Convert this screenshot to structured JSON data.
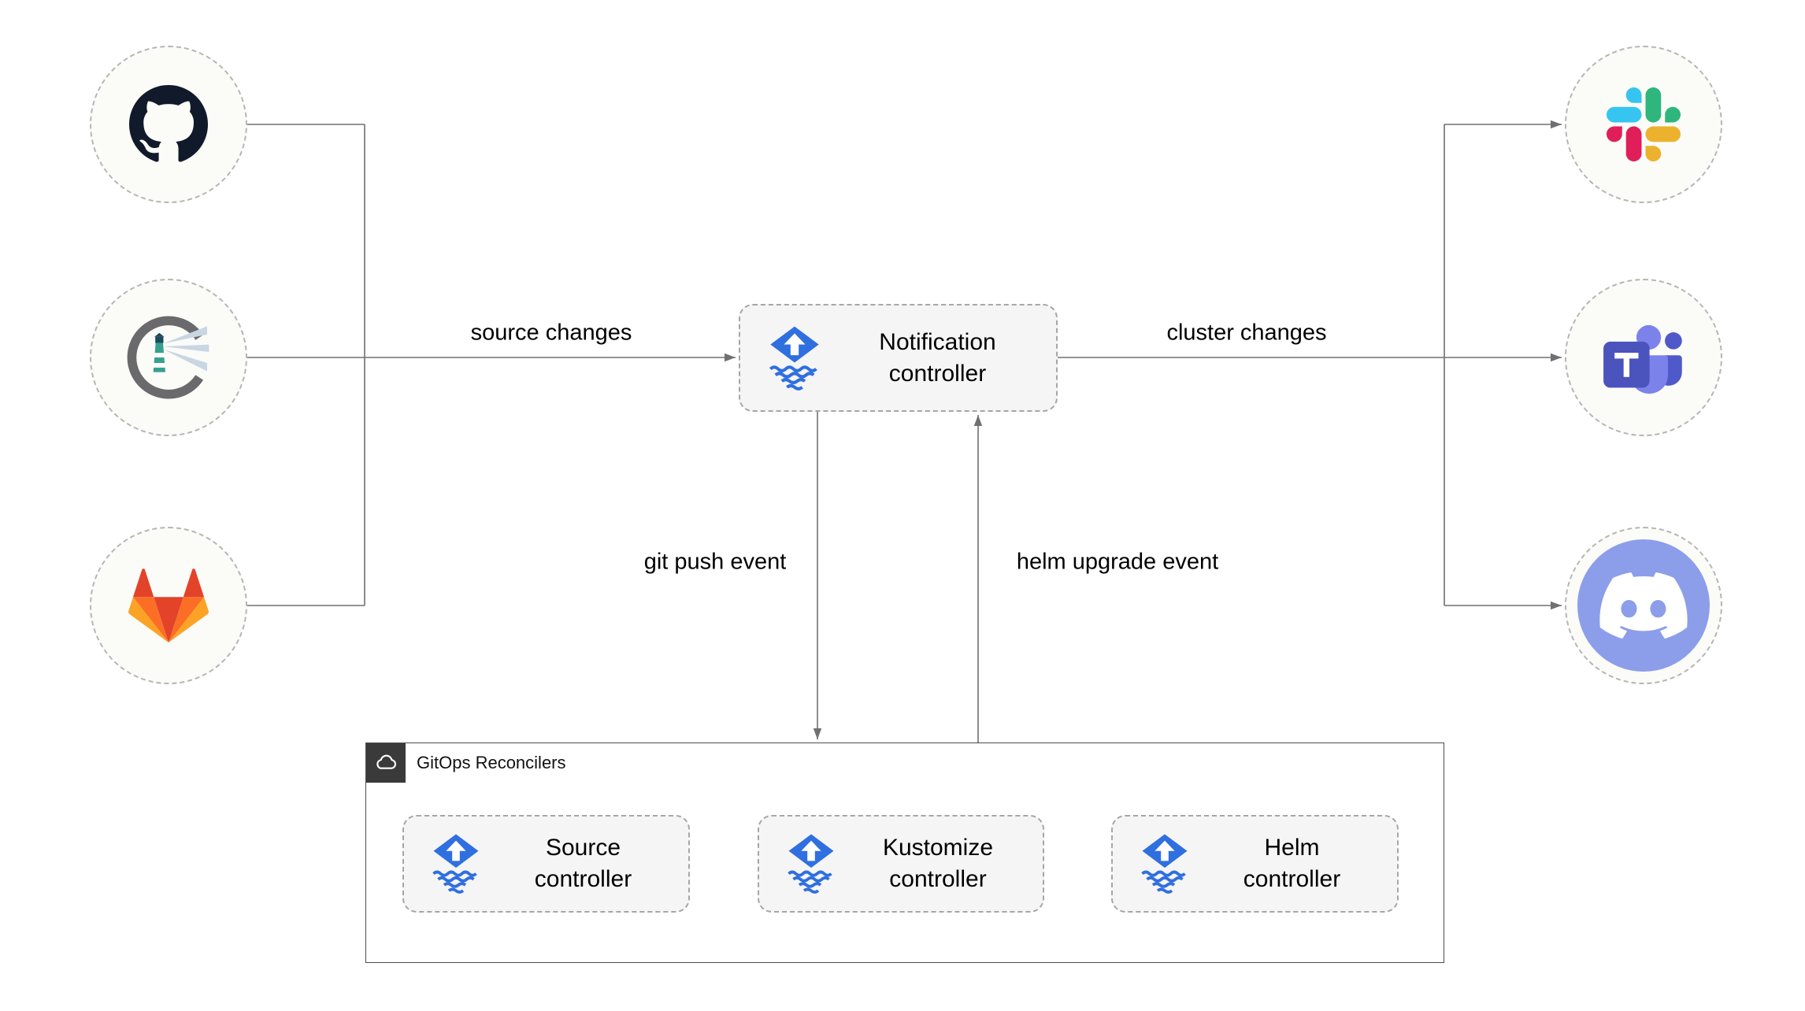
{
  "edges": {
    "source_changes": "source changes",
    "cluster_changes": "cluster changes",
    "git_push_event": "git push event",
    "helm_upgrade_event": "helm upgrade event"
  },
  "nodes": {
    "notification": {
      "label": "Notification controller",
      "icon": "flux-icon"
    },
    "source": {
      "label": "Source controller",
      "icon": "flux-icon"
    },
    "kustomize": {
      "label": "Kustomize controller",
      "icon": "flux-icon"
    },
    "helm": {
      "label": "Helm controller",
      "icon": "flux-icon"
    },
    "github": {
      "icon": "github-icon"
    },
    "harbor": {
      "icon": "harbor-icon"
    },
    "gitlab": {
      "icon": "gitlab-icon"
    },
    "slack": {
      "icon": "slack-icon"
    },
    "teams": {
      "icon": "microsoft-teams-icon"
    },
    "discord": {
      "icon": "discord-icon"
    }
  },
  "group": {
    "title": "GitOps Reconcilers",
    "icon": "cloud-icon"
  },
  "colors": {
    "flux_blue": "#2f6fe0",
    "connector_gray": "#707070",
    "node_fill": "#f5f5f5",
    "github_dark": "#101a2b",
    "discord_purple": "#8c9eea",
    "teams_purple": "#4b53bc",
    "gitlab_orange": "#fc6d26",
    "gitlab_red": "#e24329",
    "gitlab_yellow": "#fca326",
    "slack_blue": "#36c5f0",
    "slack_green": "#2eb67d",
    "slack_yellow": "#ecb22e",
    "slack_red": "#e01e5a",
    "harbor_teal": "#37a18e"
  }
}
